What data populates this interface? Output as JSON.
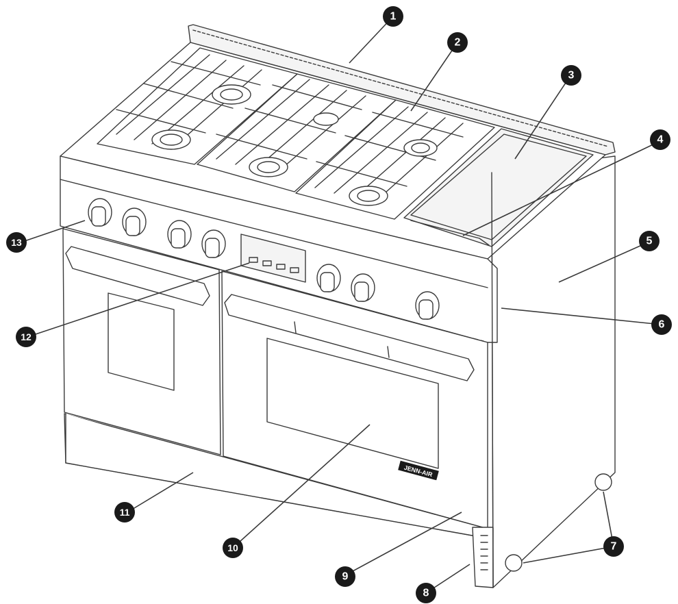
{
  "diagram": {
    "brand_logo_text": "JENN-AIR",
    "colors": {
      "line": "#3a3a3a",
      "callout_fill": "#1a1a1a",
      "callout_text": "#ffffff",
      "body_fill": "#ffffff",
      "panel_shade": "#f4f4f4"
    },
    "callouts": [
      {
        "id": 1,
        "label": "1"
      },
      {
        "id": 2,
        "label": "2"
      },
      {
        "id": 3,
        "label": "3"
      },
      {
        "id": 4,
        "label": "4"
      },
      {
        "id": 5,
        "label": "5"
      },
      {
        "id": 6,
        "label": "6"
      },
      {
        "id": 7,
        "label": "7"
      },
      {
        "id": 8,
        "label": "8"
      },
      {
        "id": 9,
        "label": "9"
      },
      {
        "id": 10,
        "label": "10"
      },
      {
        "id": 11,
        "label": "11"
      },
      {
        "id": 12,
        "label": "12"
      },
      {
        "id": 13,
        "label": "13"
      }
    ]
  }
}
